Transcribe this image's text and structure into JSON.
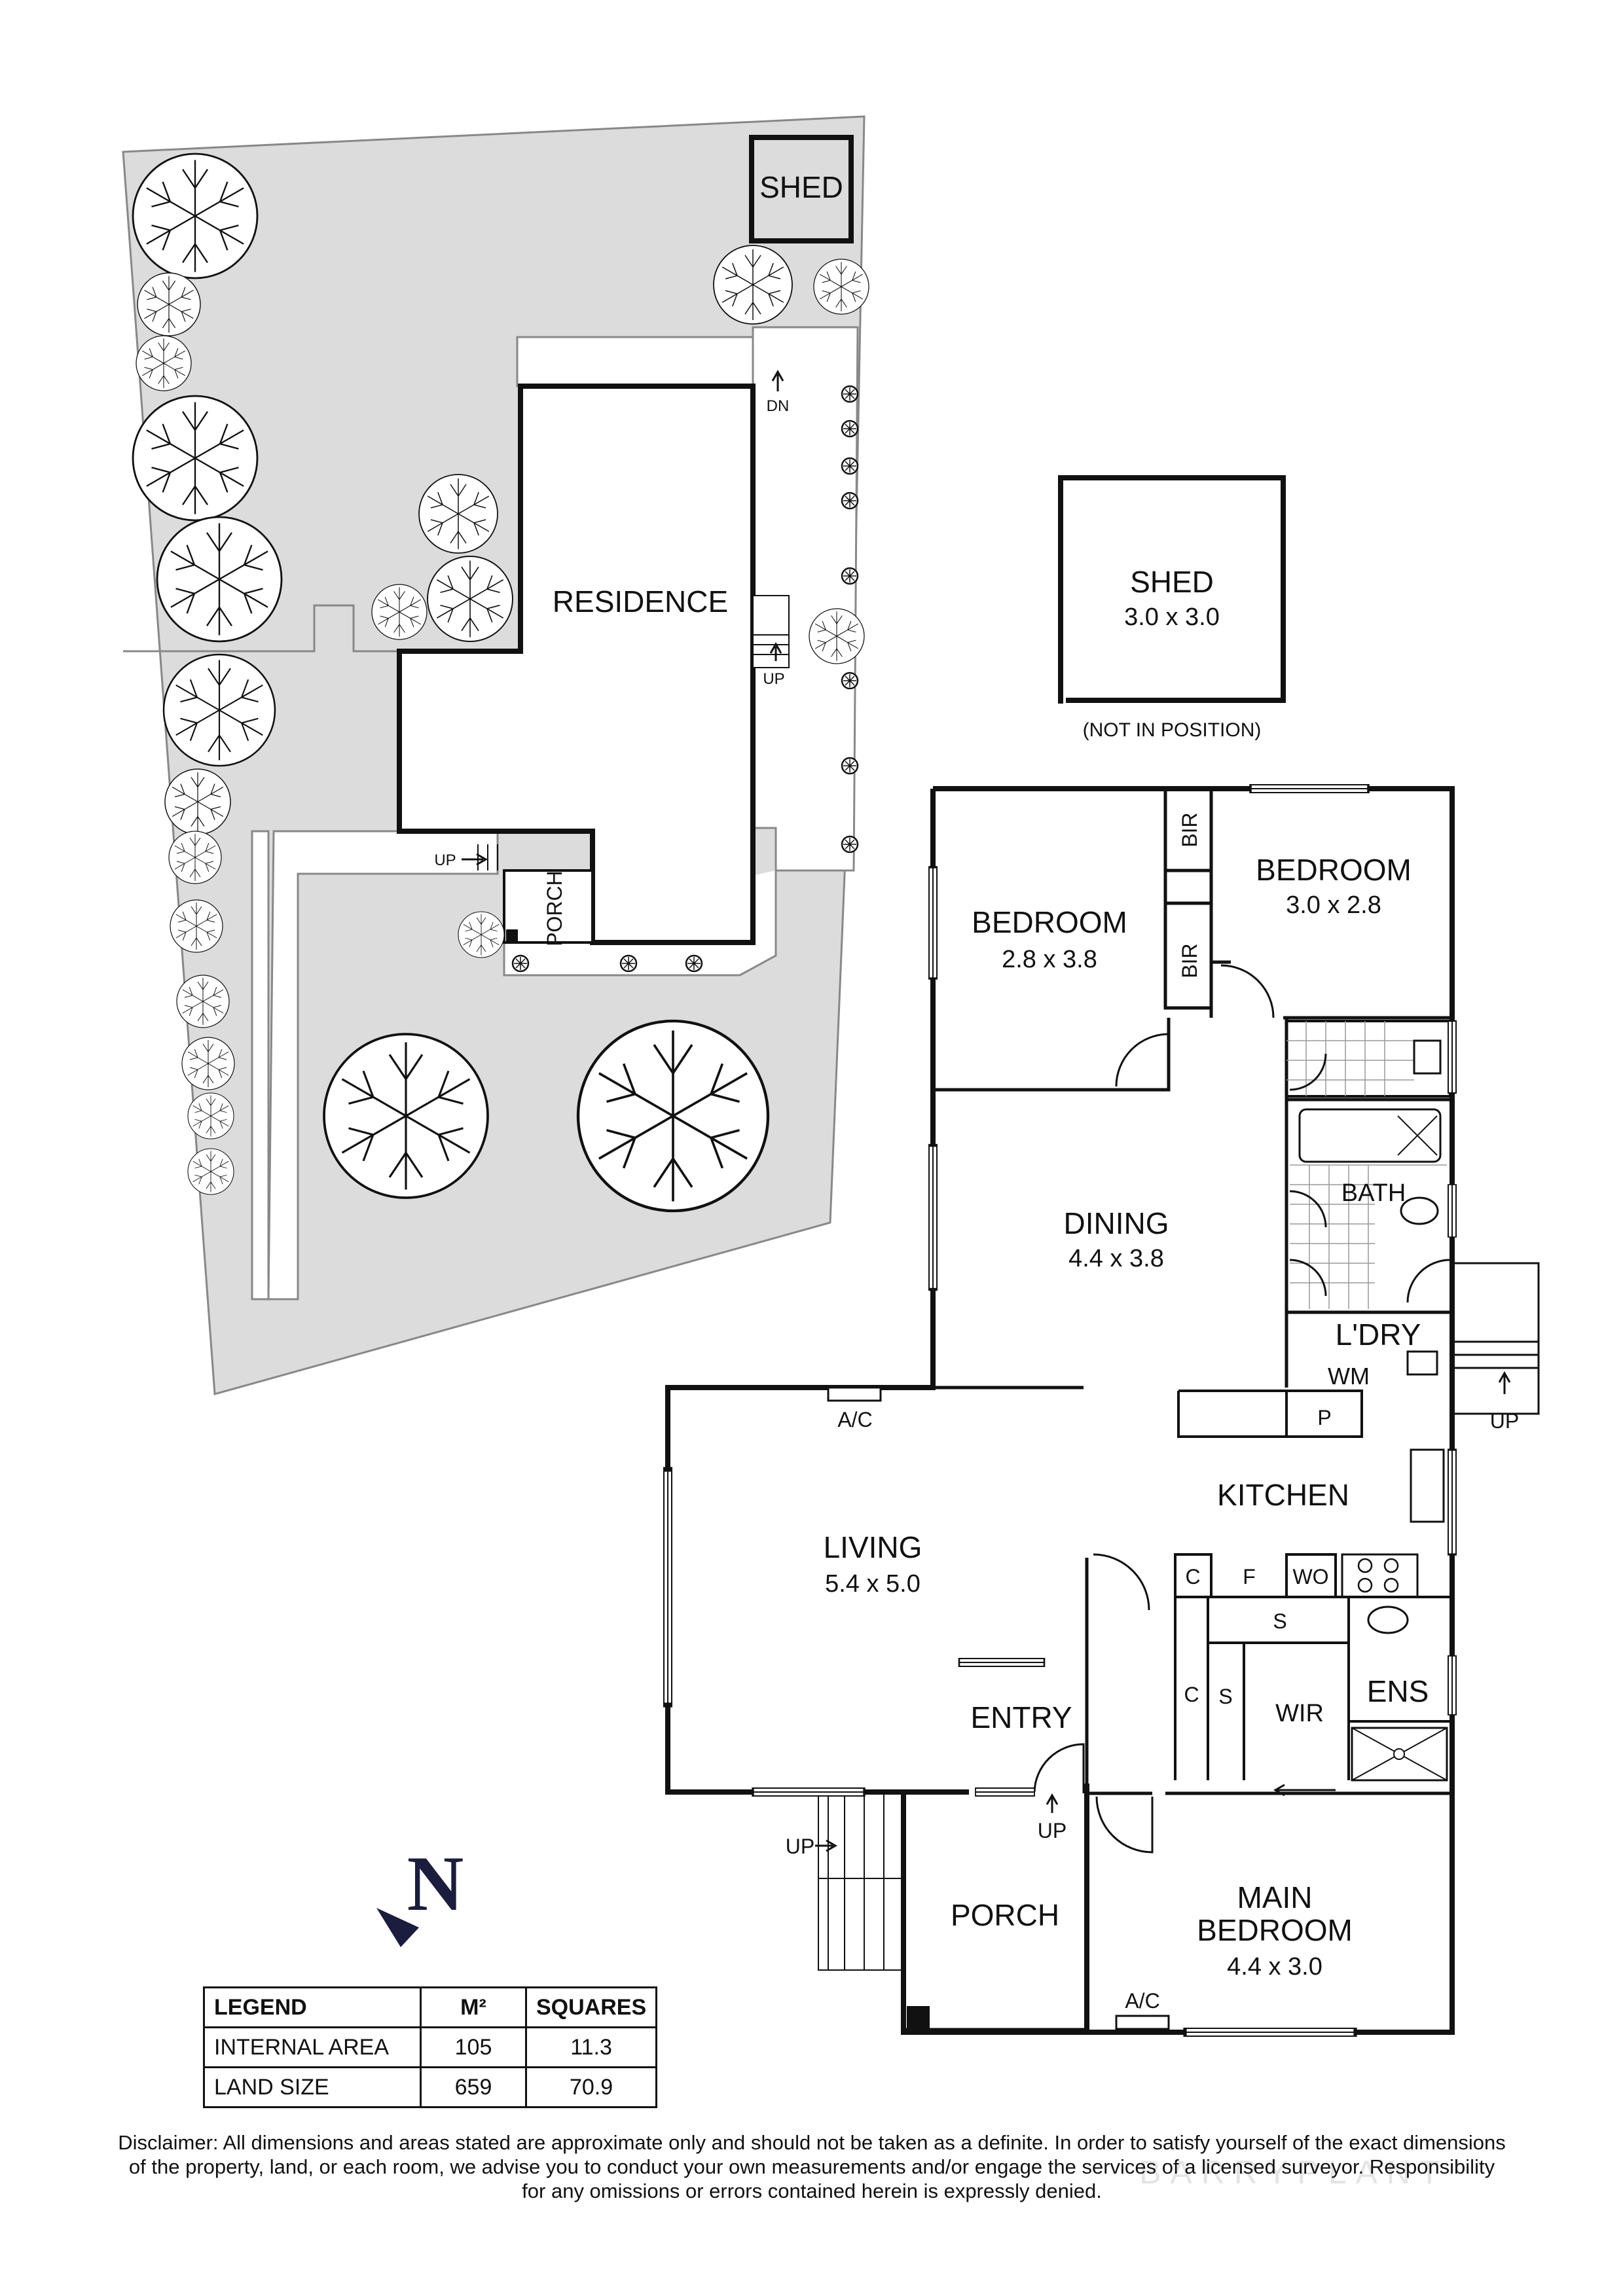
{
  "site": {
    "shed": "SHED",
    "residence": "RESIDENCE",
    "porch": "PORCH",
    "dn": "DN",
    "up1": "UP",
    "up2": "UP"
  },
  "shed_detail": {
    "name": "SHED",
    "size": "3.0 x 3.0",
    "note": "(NOT IN POSITION)"
  },
  "rooms": {
    "bedroom1": {
      "name": "BEDROOM",
      "size": "2.8 x 3.8"
    },
    "bedroom2": {
      "name": "BEDROOM",
      "size": "3.0 x 2.8"
    },
    "bir1": "BIR",
    "bir2": "BIR",
    "dining": {
      "name": "DINING",
      "size": "4.4 x 3.8"
    },
    "bath": "BATH",
    "laundry": "L'DRY",
    "wm": "WM",
    "pantry": "P",
    "kitchen": "KITCHEN",
    "living": {
      "name": "LIVING",
      "size": "5.4 x 5.0"
    },
    "ac1": "A/C",
    "ac2": "A/C",
    "c1": "C",
    "f": "F",
    "wo": "WO",
    "s1": "S",
    "c2": "C",
    "s2": "S",
    "wir": "WIR",
    "ens": "ENS",
    "entry": "ENTRY",
    "porch": "PORCH",
    "main_bedroom": {
      "line1": "MAIN",
      "line2": "BEDROOM",
      "size": "4.4 x 3.0"
    },
    "up_porch": "UP",
    "up_entry": "UP",
    "up_laundry": "UP"
  },
  "compass": {
    "letter": "N"
  },
  "legend": {
    "header": {
      "label": "LEGEND",
      "m2": "M²",
      "squares": "SQUARES"
    },
    "rows": [
      {
        "label": "INTERNAL AREA",
        "m2": "105",
        "squares": "11.3"
      },
      {
        "label": "LAND SIZE",
        "m2": "659",
        "squares": "70.9"
      }
    ]
  },
  "disclaimer": [
    "Disclaimer: All dimensions and areas stated are approximate only and should not be taken as a definite. In order to satisfy yourself of the exact dimensions",
    "of the property, land, or each room, we advise you to conduct your own measurements and/or engage the services of a licensed surveyor. Responsibility",
    "for any omissions or errors contained herein is expressly denied."
  ],
  "watermark": "BARRYPLANT",
  "colors": {
    "lawn": "#dcdcdc",
    "wall": "#111111",
    "background": "#ffffff"
  }
}
